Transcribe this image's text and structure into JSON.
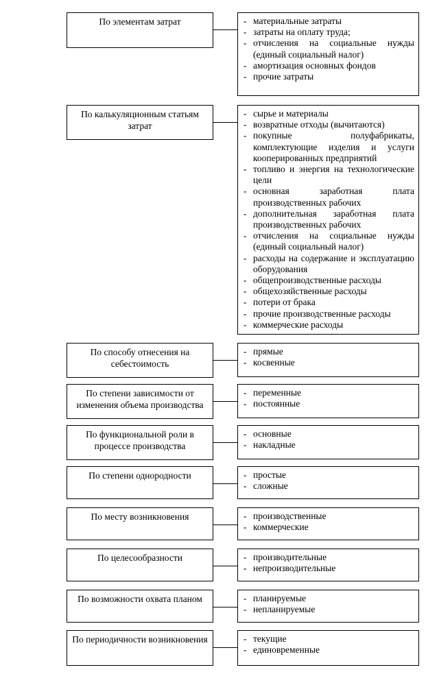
{
  "groups": [
    {
      "title": "По элементам затрат",
      "items": [
        "материальные затраты",
        "затраты на оплату труда;",
        "отчисления на социальные нужды (единый социальный налог)",
        "амортизация основных фондов",
        "прочие затраты"
      ]
    },
    {
      "title": "По калькуляционным статьям затрат",
      "items": [
        "сырье и материалы",
        "возвратные отходы (вычитаются)",
        "покупные полуфабрикаты, комплектующие изделия и услуги кооперированных предприятий",
        "топливо и энергия на технологические цели",
        "основная заработная плата производственных рабочих",
        "дополнительная заработная плата производственных рабочих",
        "отчисления на социальные нужды (единый социальный налог)",
        "расходы на содержание и эксплуатацию оборудования",
        "общепроизводственные расходы",
        "общехозяйственные расходы",
        "потери от брака",
        "прочие производственные расходы",
        "коммерческие расходы"
      ]
    },
    {
      "title": "По способу отнесения на себестоимость",
      "items": [
        "прямые",
        "косвенные"
      ]
    },
    {
      "title": "По степени зависимости от изменения объема производства",
      "items": [
        "переменные",
        "постоянные"
      ]
    },
    {
      "title": "По функциональной роли в процессе производства",
      "items": [
        "основные",
        "накладные"
      ]
    },
    {
      "title": "По степени однородности",
      "items": [
        "простые",
        "сложные"
      ]
    },
    {
      "title": "По месту возникновения",
      "items": [
        "производственные",
        "коммерческие"
      ]
    },
    {
      "title": "По целесообразности",
      "items": [
        "производительные",
        "непроизводительные"
      ]
    },
    {
      "title": "По возможности охвата планом",
      "items": [
        "планируемые",
        "непланируемые"
      ]
    },
    {
      "title": "По периодичности возникновения",
      "items": [
        "текущие",
        "единовременные"
      ]
    }
  ]
}
